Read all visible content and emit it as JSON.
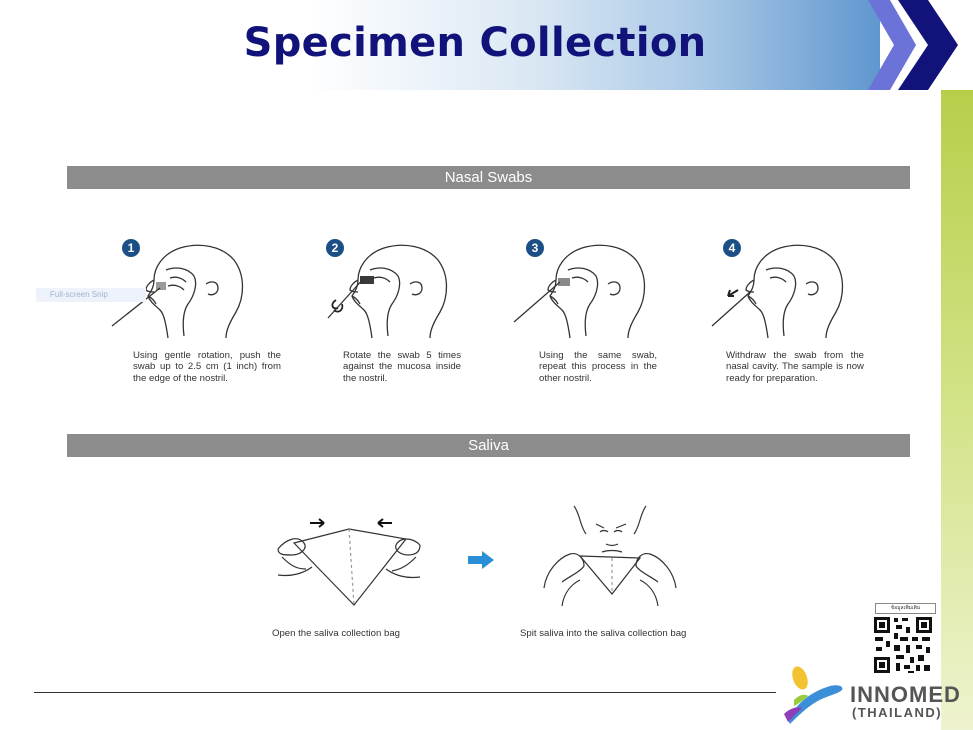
{
  "title": "Specimen Collection",
  "snip_label": "Full-screen Snip",
  "nasal": {
    "header": "Nasal Swabs",
    "steps": [
      {
        "num": "1",
        "text": "Using gentle rotation, push the swab up to 2.5 cm (1 inch) from the edge of the nostril."
      },
      {
        "num": "2",
        "text": "Rotate the swab 5 times against the mucosa inside the nostril."
      },
      {
        "num": "3",
        "text": "Using the same swab, repeat this process in the other nostril."
      },
      {
        "num": "4",
        "text": "Withdraw the swab from the nasal cavity. The sample is now ready for preparation."
      }
    ]
  },
  "saliva": {
    "header": "Saliva",
    "captions": [
      "Open the saliva collection bag",
      "Spit saliva into the saliva collection bag"
    ]
  },
  "qr_label": "ข้อมูลเพิ่มเติม",
  "logo": {
    "name": "INNOMED",
    "sub": "(THAILAND)"
  },
  "colors": {
    "title": "#11137a",
    "step_badge": "#1b4f86",
    "arrow": "#2a8fd6",
    "green": "#b6cf4a"
  }
}
